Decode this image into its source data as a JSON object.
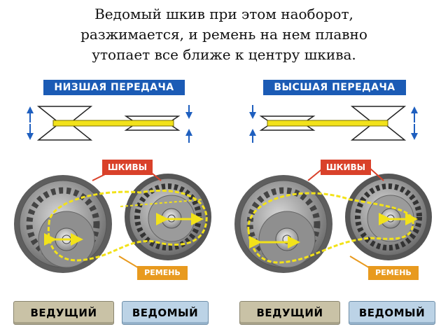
{
  "caption": {
    "line1": "Ведомый шкив при этом наоборот,",
    "line2": "разжимается, и ремень на нем плавно",
    "line3": "утопает все ближе к центру шкива."
  },
  "left_panel": {
    "title": "НИЗШАЯ ПЕРЕДАЧА",
    "pulleys_label": "ШКИВЫ",
    "belt_label": "РЕМЕНЬ",
    "driving_label": "ВЕДУЩИЙ",
    "driven_label": "ВЕДОМЫЙ"
  },
  "right_panel": {
    "title": "ВЫСШАЯ ПЕРЕДАЧА",
    "pulleys_label": "ШКИВЫ",
    "belt_label": "РЕМЕНЬ",
    "driving_label": "ВЕДУЩИЙ",
    "driven_label": "ВЕДОМЫЙ"
  },
  "colors": {
    "title_blue": "#1b5bb5",
    "arrow_blue": "#1f5fbf",
    "belt_yellow": "#f2e21a",
    "pulley_gray": "#9a9a9a",
    "label_red": "#d9412a",
    "label_orange": "#e89a1f",
    "driving_button": "#c9c2a6",
    "driven_button": "#bcd3e6"
  }
}
